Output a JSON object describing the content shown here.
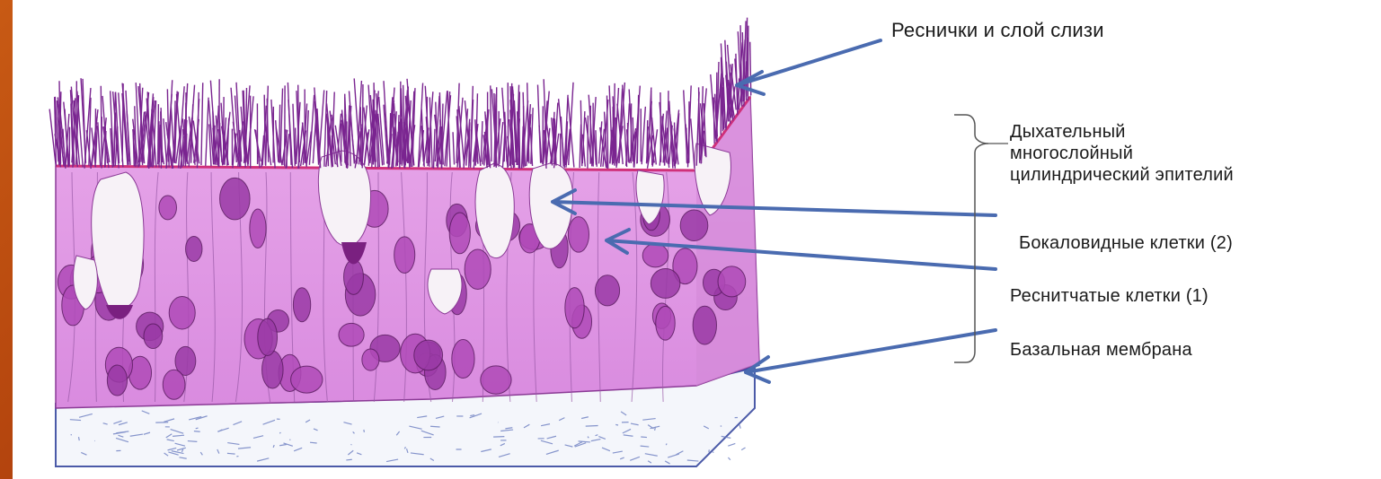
{
  "diagram": {
    "labels": {
      "cilia": "Реснички и слой слизи",
      "epithelium": [
        "Дыхательный",
        "многослойный",
        "цилиндрический эпителий"
      ],
      "goblet": "Бокаловидные клетки (2)",
      "ciliated": "Реснитчатые клетки (1)",
      "basal": "Базальная мембрана"
    },
    "colors": {
      "frame": "#b8450f",
      "epithelium": "#e29ae6",
      "cilia": "#8a2a9a",
      "nucleus": "#b04ab8",
      "goblet": "#f7f2f7",
      "membrane": "#3a4fa8",
      "arrow": "#4a6bb0"
    }
  }
}
